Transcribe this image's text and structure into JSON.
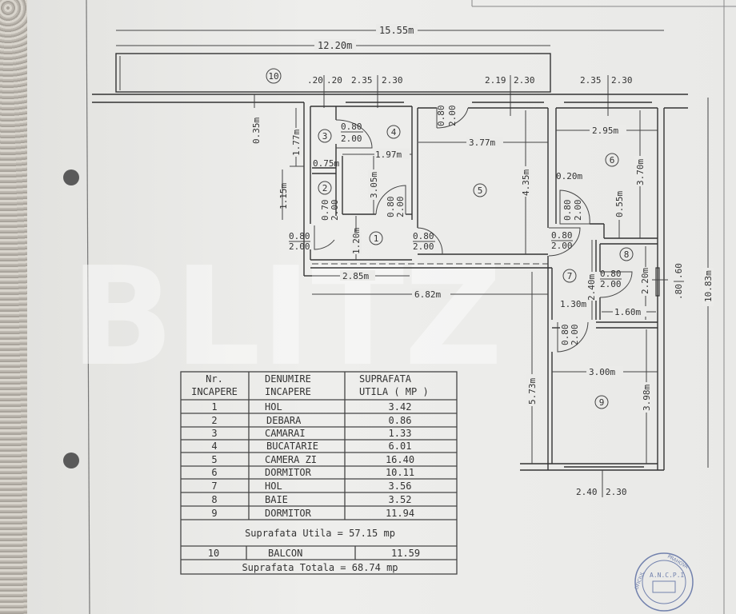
{
  "watermark": "BLITZ",
  "dimensions": {
    "overall_width": "15.55m",
    "balcony_width": "12.20m",
    "overall_depth": "10.83m",
    "top_windows": [
      ".20",
      ".20",
      "2.35",
      "2.30",
      "2.19",
      "2.30",
      "2.35",
      "2.30"
    ],
    "bottom_window": [
      "2.40",
      "2.30"
    ],
    "side_window": [
      ".80",
      ".60"
    ],
    "offset_035": "0.35m",
    "d_177": "1.77m",
    "d_115": "1.15m",
    "d_075": "0.75m",
    "d_197": "1.97m",
    "d_305": "3.05m",
    "d_120": "1.20m",
    "d_285": "2.85m",
    "d_682": "6.82m",
    "d_377": "3.77m",
    "d_435": "4.35m",
    "d_295": "2.95m",
    "d_370": "3.70m",
    "d_020": "0.20m",
    "d_055": "0.55m",
    "d_240": "2.40m",
    "d_130": "1.30m",
    "d_220": "2.20m",
    "d_160": "1.60m",
    "d_300": "3.00m",
    "d_398": "3.98m",
    "d_573": "5.73m"
  },
  "doors": {
    "w080": "0.80",
    "w070": "0.70",
    "h200": "2.00"
  },
  "room_markers": [
    "1",
    "2",
    "3",
    "4",
    "5",
    "6",
    "7",
    "8",
    "9",
    "10"
  ],
  "table": {
    "headers": [
      [
        "Nr.",
        "INCAPERE"
      ],
      [
        "DENUMIRE",
        "INCAPERE"
      ],
      [
        "SUPRAFATA",
        "UTILA ( MP )"
      ]
    ],
    "rows": [
      {
        "nr": "1",
        "name": "HOL",
        "area": "3.42"
      },
      {
        "nr": "2",
        "name": "DEBARA",
        "area": "0.86"
      },
      {
        "nr": "3",
        "name": "CAMARAI",
        "area": "1.33"
      },
      {
        "nr": "4",
        "name": "BUCATARIE",
        "area": "6.01"
      },
      {
        "nr": "5",
        "name": "CAMERA ZI",
        "area": "16.40"
      },
      {
        "nr": "6",
        "name": "DORMITOR",
        "area": "10.11"
      },
      {
        "nr": "7",
        "name": "HOL",
        "area": "3.56"
      },
      {
        "nr": "8",
        "name": "BAIE",
        "area": "3.52"
      },
      {
        "nr": "9",
        "name": "DORMITOR",
        "area": "11.94"
      }
    ],
    "useful_total": "Suprafata Utila = 57.15 mp",
    "balcony_row": {
      "nr": "10",
      "name": "BALCON",
      "area": "11.59"
    },
    "grand_total": "Suprafata Totala = 68.74 mp"
  },
  "stamp": {
    "text": "A.N.C.P.I",
    "arc_left": "OFICIUL",
    "arc_right": "PRAHOVA",
    "color": "#4a5f9a"
  }
}
